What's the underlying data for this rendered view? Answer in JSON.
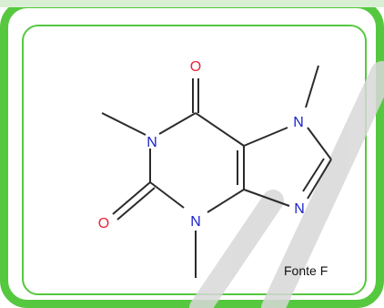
{
  "caption": "Fonte F",
  "atoms": {
    "o_top": "O",
    "o_left": "O",
    "n1": "N",
    "n3": "N",
    "n7": "N",
    "n9": "N"
  },
  "colors": {
    "frame": "#55c83f",
    "oxygen": "#e8253a",
    "nitrogen": "#1b24c8",
    "bond": "#2b2b2b"
  }
}
